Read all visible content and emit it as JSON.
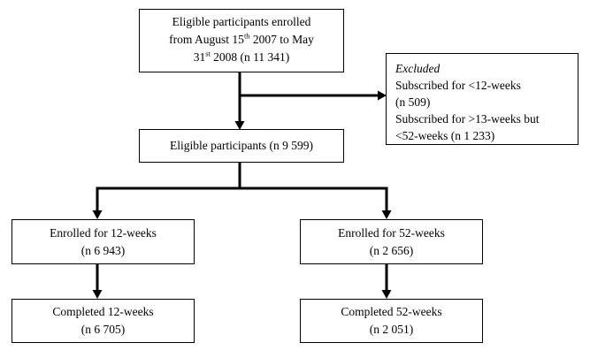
{
  "diagram": {
    "type": "flowchart",
    "background_color": "#ffffff",
    "line_color": "#000000",
    "boxes": {
      "enrolled_total": {
        "line1": "Eligible participants enrolled",
        "line2_pre": "from August 15",
        "line2_sup": "th",
        "line2_post": " 2007 to May",
        "line3_pre": "31",
        "line3_sup": "st",
        "line3_post": " 2008 (n 11 341)"
      },
      "excluded": {
        "title": "Excluded",
        "line1": "Subscribed for <12-weeks",
        "line2": "(n 509)",
        "line3": "Subscribed for >13-weeks but",
        "line4": "<52-weeks (n 1 233)"
      },
      "eligible": {
        "line1": "Eligible participants (n 9 599)"
      },
      "enrolled_12": {
        "line1": "Enrolled for 12-weeks",
        "line2": "(n 6 943)"
      },
      "enrolled_52": {
        "line1": "Enrolled for 52-weeks",
        "line2": "(n 2 656)"
      },
      "completed_12": {
        "line1": "Completed 12-weeks",
        "line2": "(n 6 705)"
      },
      "completed_52": {
        "line1": "Completed 52-weeks",
        "line2": "(n 2 051)"
      }
    }
  }
}
